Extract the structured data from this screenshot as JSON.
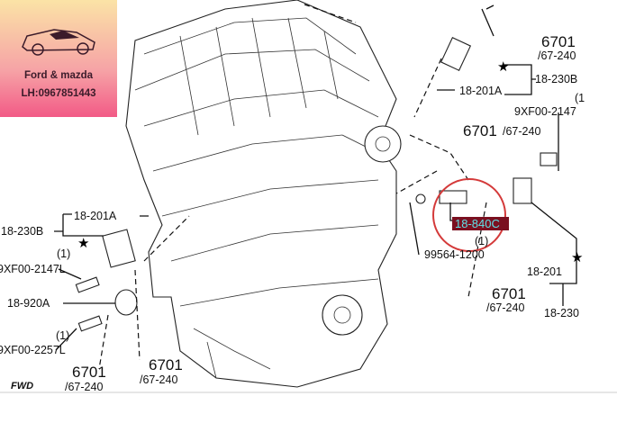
{
  "logo": {
    "brand": "Ford & mazda",
    "phone": "LH:0967851443",
    "icon": "sports-car-icon"
  },
  "highlight": {
    "part": "18-840C",
    "color": "#7a1020",
    "text_color": "#5fe3e8",
    "circle_color": "#d43a3a"
  },
  "labels": {
    "r_6701_a": "6701",
    "r_67240_a": "/67-240",
    "r_18230b": "18-230B",
    "r_18201a": "18-201A",
    "r_qty1_a": "(1",
    "r_9xf2147": "9XF00-2147",
    "r_6701_b": "6701",
    "r_67240_b": "/67-240",
    "r_qty1_b": "(1)",
    "r_99564": "99564-1200",
    "r_18201": "18-201",
    "r_6701_c": "6701",
    "r_67240_c": "/67-240",
    "r_18230": "18-230",
    "l_18201a": "18-201A",
    "l_18230b": "18-230B",
    "l_qty1_a": "(1)",
    "l_9xf2147l": "9XF00-2147L",
    "l_18920a": "18-920A",
    "l_qty1_b": "(1)",
    "l_9xf2257l": "9XF00-2257L",
    "l_6701_a": "6701",
    "l_67240_a": "/67-240",
    "l_6701_b": "6701",
    "l_67240_b": "/67-240",
    "fwd": "FWD"
  }
}
